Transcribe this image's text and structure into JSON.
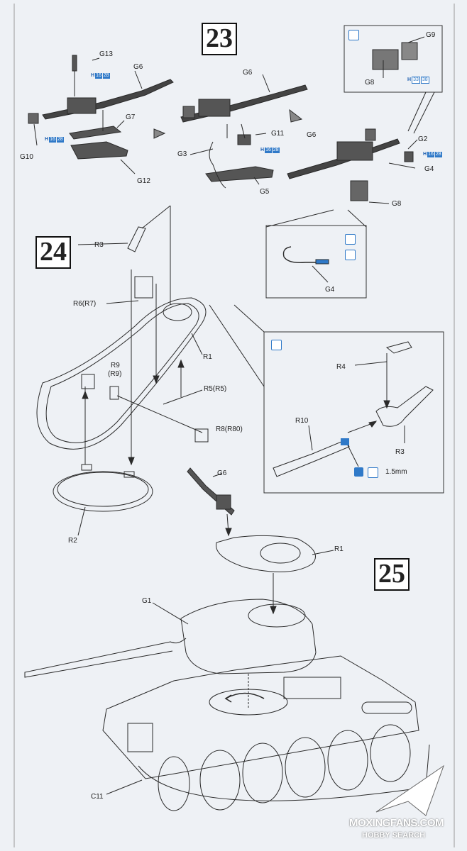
{
  "steps": {
    "s23": "23",
    "s24": "24",
    "s25": "25"
  },
  "labels": {
    "G13": "G13",
    "G6a": "G6",
    "G6b": "G6",
    "G6c": "G6",
    "G6d": "G6",
    "G7": "G7",
    "G10": "G10",
    "G12": "G12",
    "G3": "G3",
    "G11": "G11",
    "G5": "G5",
    "G9": "G9",
    "G8a": "G8",
    "G8b": "G8",
    "G2": "G2",
    "G4a": "G4",
    "G4b": "G4",
    "R3a": "R3",
    "R3b": "R3",
    "R6": "R6(R7)",
    "R1a": "R1",
    "R1b": "R1",
    "R9": "R9",
    "R9b": "(R9)",
    "R5": "R5(R5)",
    "R8": "R8(R80)",
    "R2": "R2",
    "R4": "R4",
    "R10": "R10",
    "size": "1.5mm",
    "G1": "G1",
    "C11": "C11"
  },
  "hnums": {
    "h16": "16",
    "h28": "28",
    "h33": "33",
    "h38": "38"
  },
  "watermark": {
    "line1": "MOXINGFANS.COM",
    "line2": "HOBBY SEARCH"
  },
  "colors": {
    "line": "#2a2a2a",
    "blue": "#2f79c8",
    "part": "#555"
  }
}
